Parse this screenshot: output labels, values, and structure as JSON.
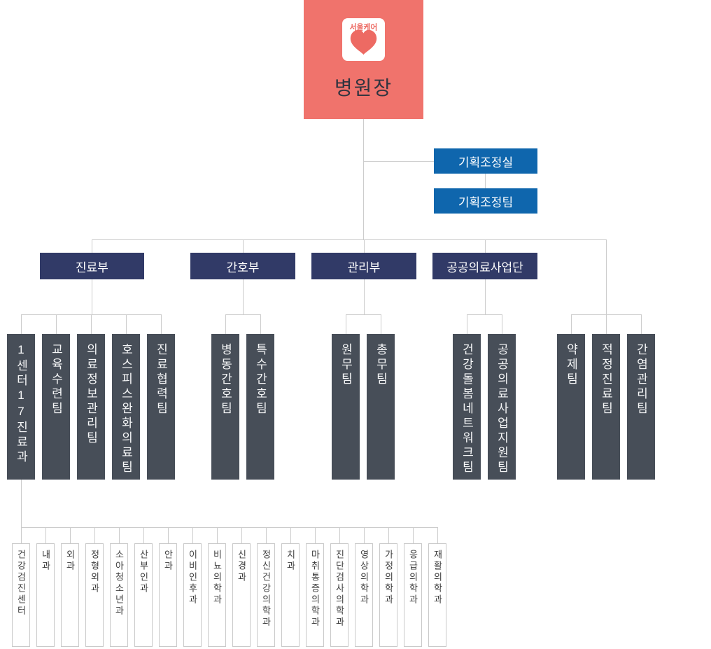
{
  "org": {
    "root": {
      "label": "병원장",
      "logo_text": "서울케어"
    },
    "staff_boxes": [
      {
        "label": "기획조정실"
      },
      {
        "label": "기획조정팀"
      }
    ],
    "departments": [
      {
        "label": "진료부"
      },
      {
        "label": "간호부"
      },
      {
        "label": "관리부"
      },
      {
        "label": "공공의료사업단"
      }
    ],
    "groups": [
      {
        "teams": [
          "1센터17진료과",
          "교육수련팀",
          "의료정보관리팀",
          "호스피스완화의료팀",
          "진료협력팀"
        ]
      },
      {
        "teams": [
          "병동간호팀",
          "특수간호팀"
        ]
      },
      {
        "teams": [
          "원무팀",
          "총무팀"
        ]
      },
      {
        "teams": [
          "건강돌봄네트워크팀",
          "공공의료사업지원팀"
        ]
      },
      {
        "teams": [
          "약제팀",
          "적정진료팀",
          "간염관리팀"
        ]
      }
    ],
    "clinics": [
      "건강검진센터",
      "내과",
      "외과",
      "정형외과",
      "소아청소년과",
      "산부인과",
      "안과",
      "이비인후과",
      "비뇨의학과",
      "신경과",
      "정신건강의학과",
      "치과",
      "마취통증의학과",
      "진단검사의학과",
      "영상의학과",
      "가정의학과",
      "응급의학과",
      "재활의학과"
    ]
  },
  "colors": {
    "root_coral": "#F0736C",
    "logo_red": "#ED6A63",
    "staff_blue": "#0F66AD",
    "dept_navy": "#313A67",
    "team_slate": "#474E58",
    "connector_gray": "#CCCCCC",
    "clinic_border": "#C9C9C9",
    "title_dark": "#30343F"
  }
}
